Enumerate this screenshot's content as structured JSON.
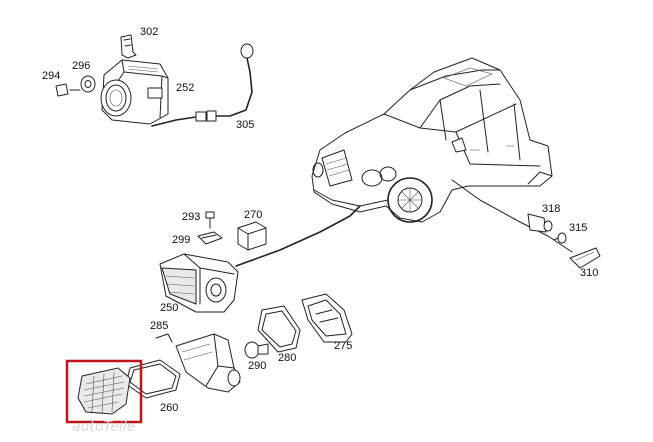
{
  "parts": {
    "p302": "302",
    "p296": "296",
    "p294": "294",
    "p252": "252",
    "p305": "305",
    "p293": "293",
    "p270": "270",
    "p299": "299",
    "p318": "318",
    "p315": "315",
    "p310": "310",
    "p250": "250",
    "p285": "285",
    "p280": "280",
    "p275": "275",
    "p290": "290",
    "p260": "260"
  },
  "highlight_color": "#c0141c",
  "watermark": "autoTeile"
}
